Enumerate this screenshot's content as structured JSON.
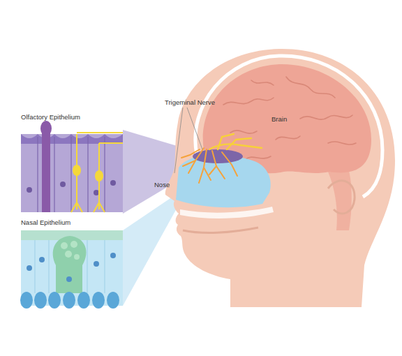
{
  "diagram": {
    "nodes": [
      {
        "text": [
          "Olfactory Epithelium"
        ]
      },
      {
        "text": [
          "Nasal Epithelium"
        ]
      }
    ],
    "labels": [
      "Trigeminal Nerve",
      "Brain",
      "Nose"
    ]
  }
}
